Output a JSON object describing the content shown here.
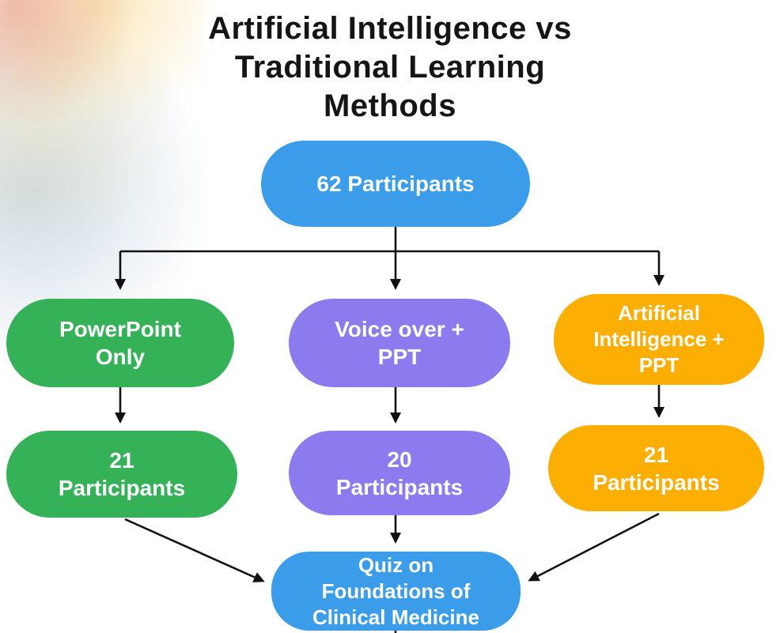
{
  "title": {
    "lines": [
      "Artificial Intelligence vs",
      "Traditional Learning",
      "Methods"
    ]
  },
  "flowchart": {
    "root": {
      "label": "62 Participants",
      "color": "#3b9ce9"
    },
    "branches": [
      {
        "method": {
          "lines": [
            "PowerPoint",
            "Only"
          ]
        },
        "participants": {
          "lines": [
            "21",
            "Participants"
          ]
        },
        "color": "#35b158"
      },
      {
        "method": {
          "lines": [
            "Voice over +",
            "PPT"
          ]
        },
        "participants": {
          "lines": [
            "20",
            "Participants"
          ]
        },
        "color": "#8b7bee"
      },
      {
        "method": {
          "lines": [
            "Artificial",
            "Intelligence +",
            "PPT"
          ]
        },
        "participants": {
          "lines": [
            "21",
            "Participants"
          ]
        },
        "color": "#fdae02"
      }
    ],
    "outcome": {
      "lines": [
        "Quiz on",
        "Foundations of",
        "Clinical Medicine"
      ],
      "color": "#3b9ce9"
    },
    "connector_color": "#111111"
  }
}
